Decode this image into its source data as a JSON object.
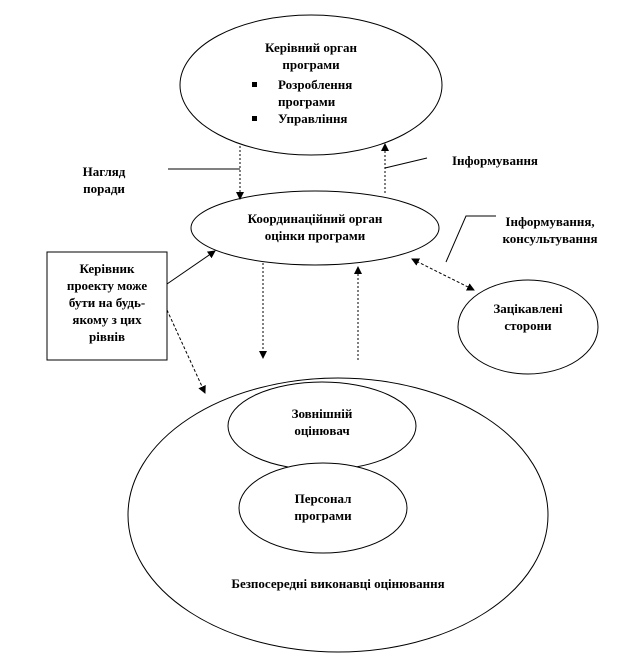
{
  "governing_body": {
    "title_line1": "Керівний орган",
    "title_line2": "програми",
    "items": [
      {
        "line1": "Розроблення",
        "line2": "програми"
      },
      {
        "line1": "Управління",
        "line2": ""
      }
    ]
  },
  "coordinating_body": {
    "line1": "Координаційний орган",
    "line2": "оцінки програми"
  },
  "label_oversight": {
    "line1": "Нагляд",
    "line2": "поради"
  },
  "label_informing_top": "Інформування",
  "label_informing_consulting": {
    "line1": "Інформування,",
    "line2": "консультування"
  },
  "project_manager_box": {
    "lines": [
      "Керівник",
      "проекту може",
      "бути на будь-",
      "якому з цих",
      "рівнів"
    ]
  },
  "stakeholders": {
    "line1": "Зацікавлені",
    "line2": "сторони"
  },
  "external_evaluator": {
    "line1": "Зовнішній",
    "line2": "оцінювач"
  },
  "program_staff": {
    "line1": "Персонал",
    "line2": "програми"
  },
  "direct_performers": "Безпосередні виконавці оцінювання"
}
